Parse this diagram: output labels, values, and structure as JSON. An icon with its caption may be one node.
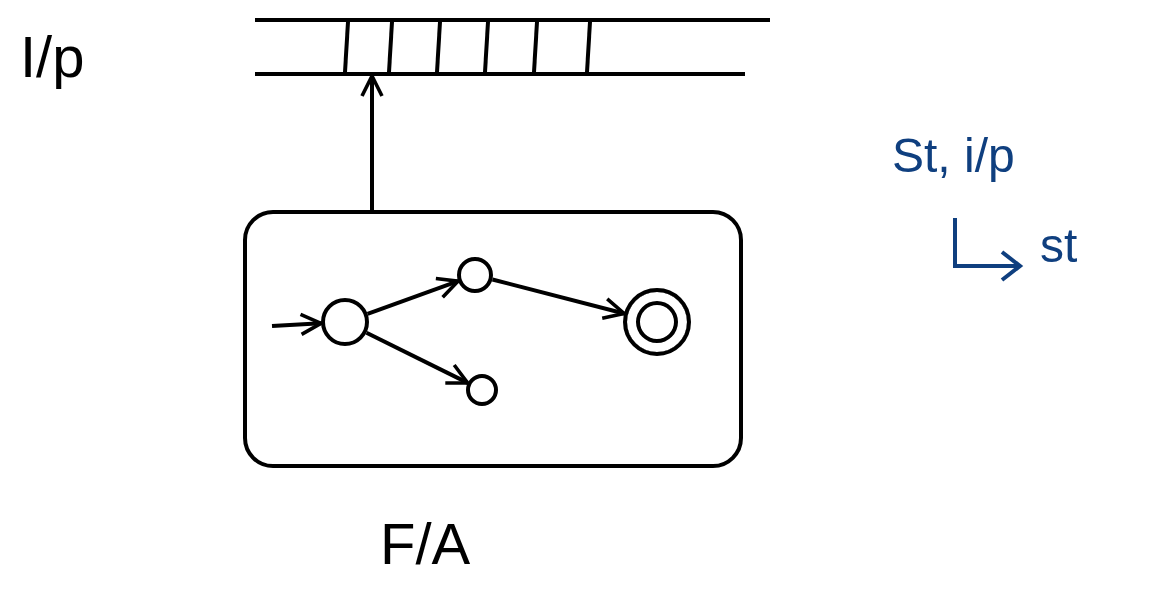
{
  "diagram": {
    "nodes": [
      {
        "text": [],
        "shape": "bar",
        "beside": [
          "I/p"
        ]
      },
      {
        "text": [],
        "shape": "box",
        "beside": [
          "F/A"
        ]
      },
      {
        "text": [],
        "shape": "circle",
        "in": 1
      },
      {
        "text": [],
        "shape": "circle",
        "in": 1
      },
      {
        "text": [],
        "shape": "circle",
        "in": 1
      },
      {
        "text": [],
        "shape": "ring",
        "in": 1
      }
    ],
    "edges": [
      {
        "from": 1,
        "to": 0,
        "arrow": "to"
      },
      {
        "from": null,
        "to": 2,
        "arrow": "to"
      },
      {
        "from": 2,
        "to": 3,
        "arrow": "to"
      },
      {
        "from": 2,
        "to": 4,
        "arrow": "to"
      },
      {
        "from": 3,
        "to": 5,
        "arrow": "to"
      }
    ],
    "labels": [
      "St, i/p",
      "st"
    ]
  }
}
